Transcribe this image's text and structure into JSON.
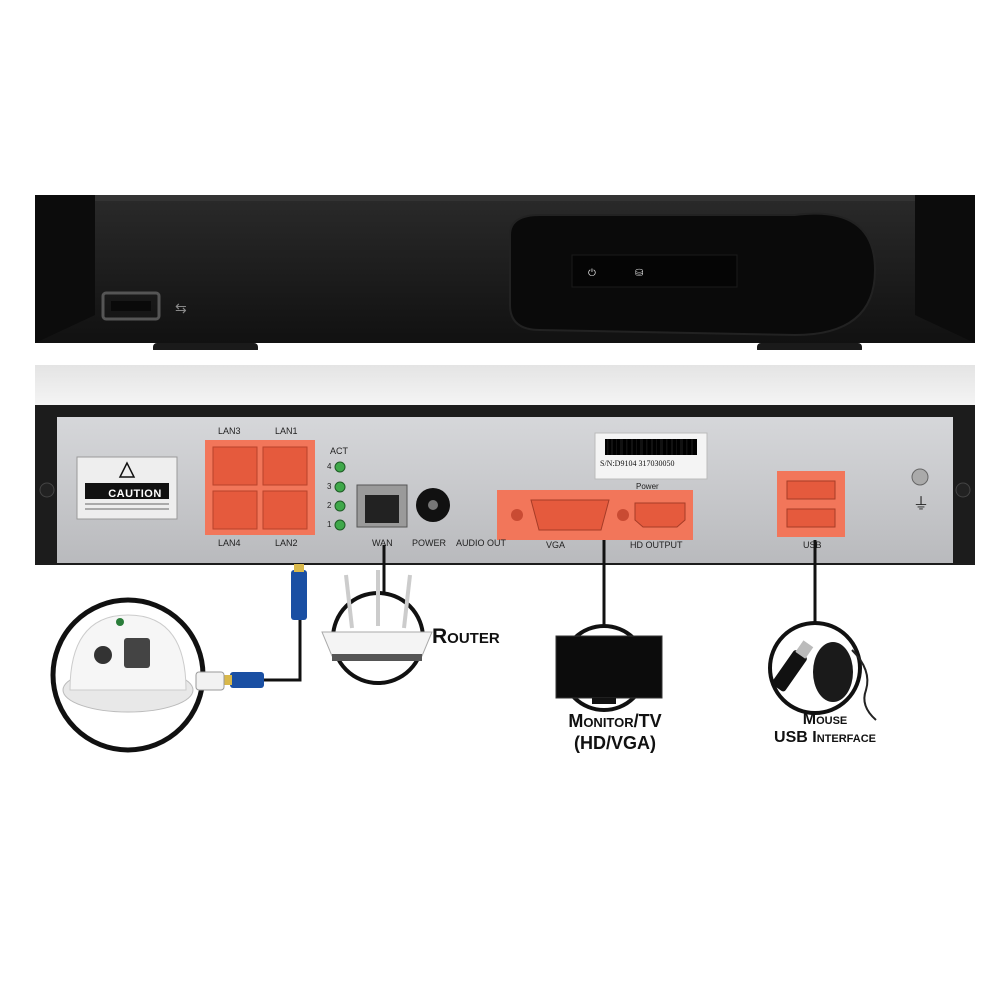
{
  "rear_panel": {
    "caution_label": "CAUTION",
    "lan_labels": [
      "LAN3",
      "LAN1",
      "LAN4",
      "LAN2"
    ],
    "act_label": "ACT",
    "act_numbers": [
      "4",
      "3",
      "2",
      "1"
    ],
    "wan_label": "WAN",
    "power_label": "POWER",
    "audio_out_label": "AUDIO OUT",
    "vga_label": "VGA",
    "hd_output_label": "HD OUTPUT",
    "power_small_label": "Power",
    "serial_number": "S/N:D9104 317030050",
    "usb_label": "USB"
  },
  "callouts": {
    "router": "Router",
    "monitor_line1": "Monitor/TV",
    "monitor_line2": "(HD/VGA)",
    "mouse_line1": "Mouse",
    "mouse_line2": "USB Interface"
  },
  "colors": {
    "highlight": "#f2765a",
    "chassis_black": "#1c1c1c",
    "rear_panel_silver": "#c8c9cc",
    "cable_blue": "#1a4fa3"
  }
}
